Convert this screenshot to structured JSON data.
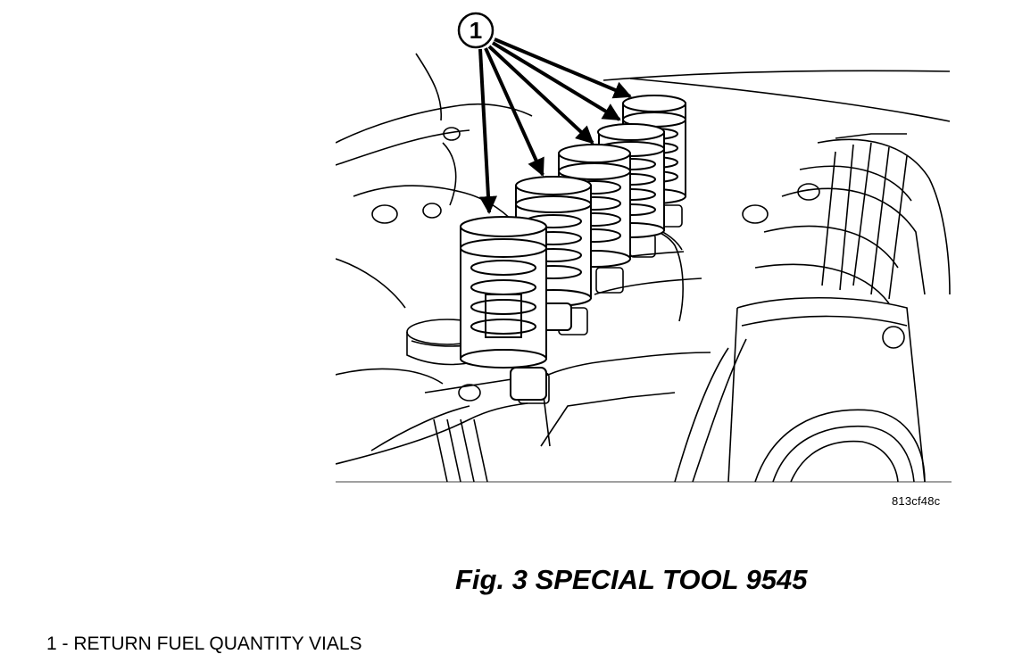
{
  "figure": {
    "callout_number": "1",
    "drawing_code": "813cf48c",
    "caption": "Fig. 3 SPECIAL TOOL 9545"
  },
  "legend": {
    "items": [
      {
        "text": "1 - RETURN FUEL QUANTITY VIALS"
      }
    ]
  },
  "icons": [
    "callout-circle-icon",
    "arrow-icon"
  ]
}
